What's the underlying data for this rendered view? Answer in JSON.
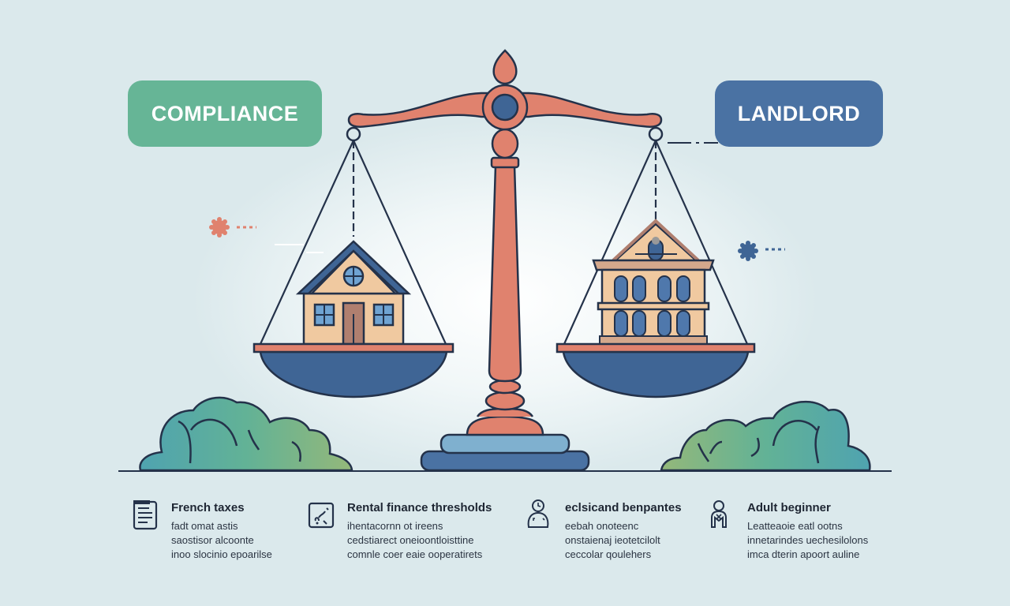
{
  "labels": {
    "left": "COMPLIANCE",
    "right": "LANDLORD"
  },
  "colors": {
    "background": "#dbe9ec",
    "compliance_green": "#66b596",
    "landlord_blue": "#4a72a3",
    "scale_coral": "#e0826e",
    "pan_blue": "#3f6595",
    "outline": "#24324a",
    "house_wall": "#f0c9a0"
  },
  "scale": {
    "left_pan_object": "house-icon",
    "right_pan_object": "apartment-building-icon",
    "balance": "level"
  },
  "info_items": [
    {
      "icon": "document-icon",
      "title": "French taxes",
      "lines": [
        "fadt omat astis",
        "saostisor alcoonte",
        "inoo slocinio epoarilse"
      ]
    },
    {
      "icon": "route-icon",
      "title": "Rental finance thresholds",
      "lines": [
        "ihentacornn ot ireens",
        "cedstiarect oneioontloisttine",
        "comnle coer eaie ooperatirets"
      ]
    },
    {
      "icon": "person-clock-icon",
      "title": "eclsicand benpantes",
      "lines": [
        "eebah onoteenc",
        "onstaienaj ieotetcilolt",
        "ceccolar qoulehers"
      ]
    },
    {
      "icon": "person-icon",
      "title": "Adult beginner",
      "lines": [
        "Leatteaoie eatl ootns",
        "innetarindes uechesilolons",
        "imca dterin apoort auline"
      ]
    }
  ]
}
